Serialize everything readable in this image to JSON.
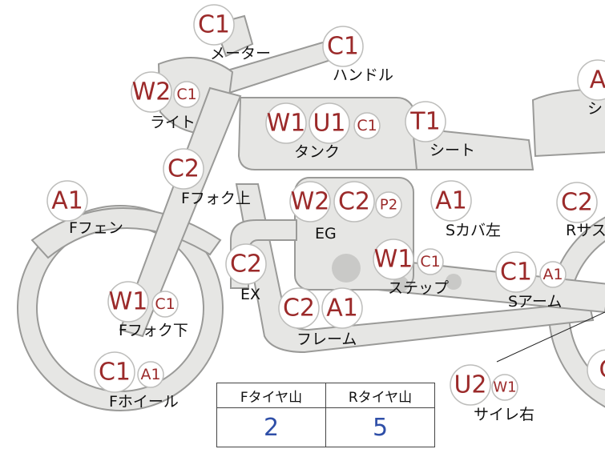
{
  "badges": {
    "meter": "C1",
    "handle": "C1",
    "light_main": "W2",
    "light_sub": "C1",
    "tank_1": "W1",
    "tank_2": "U1",
    "tank_3": "C1",
    "seat": "T1",
    "rside": "A",
    "ffender": "A1",
    "ffork_upper": "C2",
    "eg_1": "W2",
    "eg_2": "C2",
    "eg_3": "P2",
    "scover": "A1",
    "rsus": "C2",
    "ex": "C2",
    "step_1": "W1",
    "step_2": "C1",
    "sarm_1": "C1",
    "sarm_2": "A1",
    "ffork_lower_1": "W1",
    "ffork_lower_2": "C1",
    "frame_1": "C2",
    "frame_2": "A1",
    "fwheel_1": "C1",
    "fwheel_2": "A1",
    "muffler_1": "U2",
    "muffler_2": "W1",
    "rwheel": "C"
  },
  "labels": {
    "meter": "メーター",
    "handle": "ハンドル",
    "light": "ライト",
    "tank": "タンク",
    "seat": "シート",
    "rside": "シ",
    "ffender": "Fフェン",
    "ffork_upper": "Fフォク上",
    "eg": "EG",
    "scover": "Sカバ左",
    "rsus": "Rサス",
    "ex": "EX",
    "step": "ステップ",
    "sarm": "Sアーム",
    "ffork_lower": "Fフォク下",
    "frame": "フレーム",
    "fwheel": "Fホイール",
    "muffler": "サイレ右"
  },
  "tire_table": {
    "front_header": "Fタイヤ山",
    "rear_header": "Rタイヤ山",
    "front_value": "2",
    "rear_value": "5"
  }
}
